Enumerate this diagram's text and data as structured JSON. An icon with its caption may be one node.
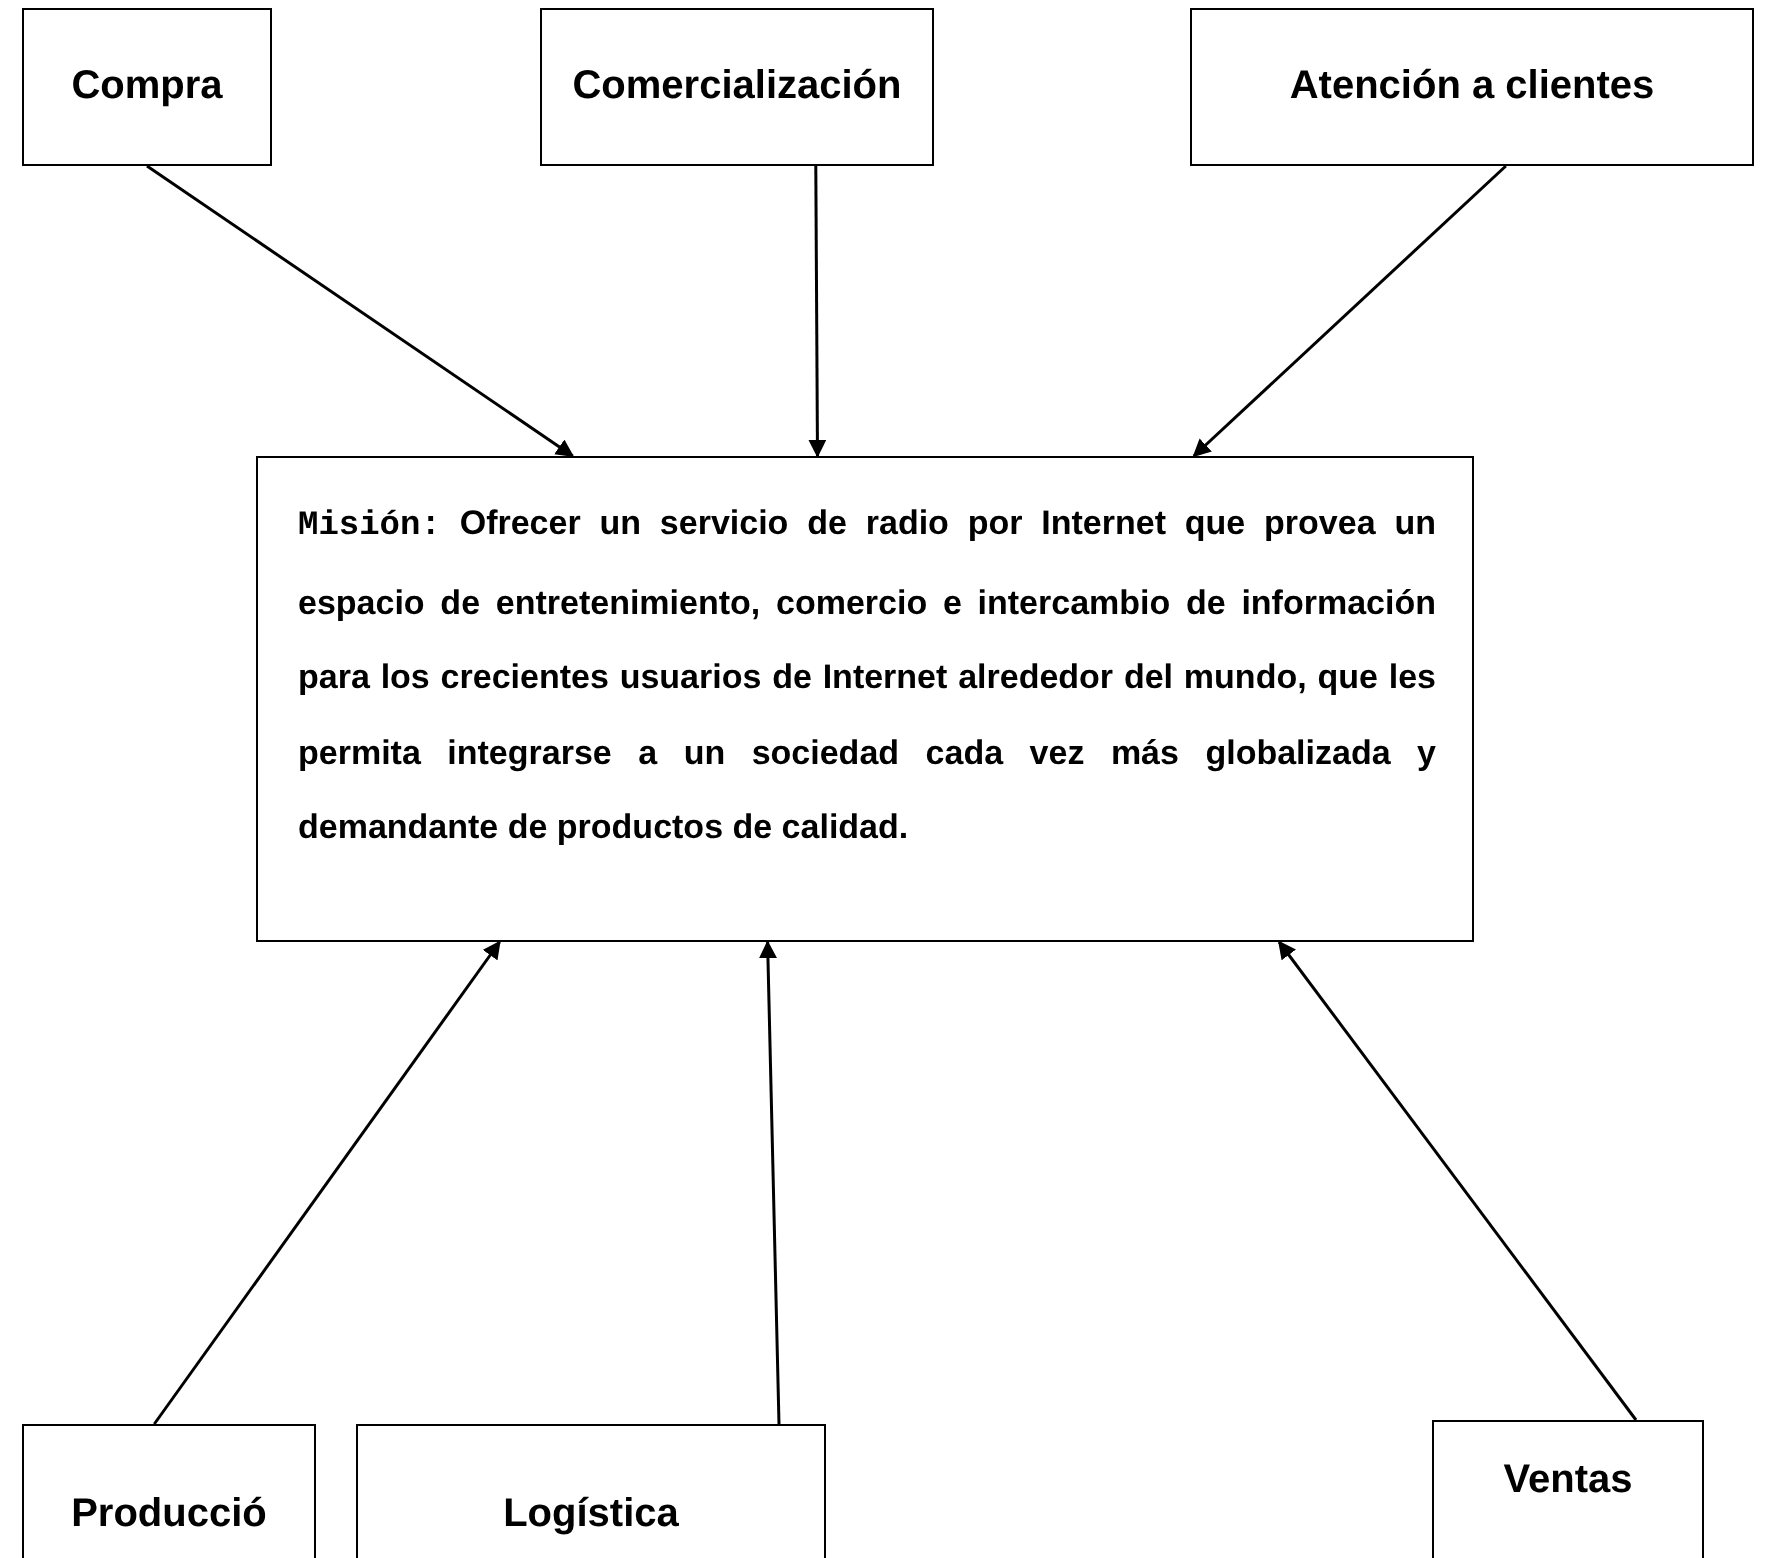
{
  "diagram": {
    "nodes": [
      {
        "text": [
          "Compra"
        ]
      },
      {
        "text": [
          "Comercialización"
        ]
      },
      {
        "text": [
          "Atención a clientes"
        ]
      },
      {
        "text": [
          "Misión:",
          "Ofrecer un servicio de radio por Internet que provea un espacio de entretenimiento, comercio e intercambio de información para los crecientes usuarios de Internet alrededor del mundo, que les permita integrarse a un sociedad cada vez más globalizada y demandante de productos de calidad."
        ]
      },
      {
        "text": [
          "Producció"
        ]
      },
      {
        "text": [
          "Logística"
        ]
      },
      {
        "text": [
          "Ventas"
        ]
      }
    ],
    "edges": [
      {
        "from": 0,
        "to": 3,
        "arrow": "to"
      },
      {
        "from": 1,
        "to": 3,
        "arrow": "to"
      },
      {
        "from": 2,
        "to": 3,
        "arrow": "to"
      },
      {
        "from": 4,
        "to": 3,
        "arrow": "to"
      },
      {
        "from": 5,
        "to": 3,
        "arrow": "to"
      },
      {
        "from": 6,
        "to": 3,
        "arrow": "to"
      }
    ]
  }
}
